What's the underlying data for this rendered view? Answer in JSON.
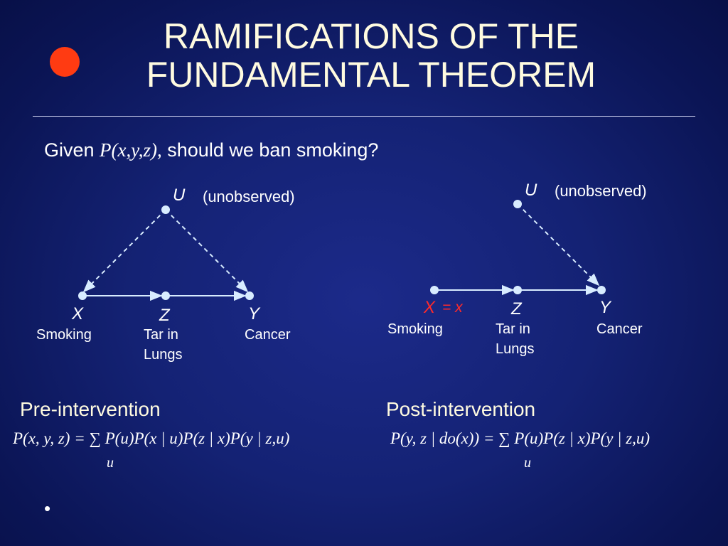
{
  "title": {
    "line1": "RAMIFICATIONS OF THE",
    "line2": "FUNDAMENTAL THEOREM"
  },
  "given": {
    "prefix": "Given ",
    "math": "P(x,y,z),",
    "suffix": " should we ban smoking?"
  },
  "pre": {
    "u_var": "U",
    "u_note": "(unobserved)",
    "x_var": "X",
    "z_var": "Z",
    "y_var": "Y",
    "x_label": "Smoking",
    "z_label_1": "Tar in",
    "z_label_2": "Lungs",
    "y_label": "Cancer",
    "heading": "Pre-intervention",
    "equation": "P(x, y, z) = ∑ P(u)P(x | u)P(z | x)P(y | z,u)",
    "sum_index": "u"
  },
  "post": {
    "u_var": "U",
    "u_note": "(unobserved)",
    "x_var": "X",
    "x_eq": "= x",
    "z_var": "Z",
    "y_var": "Y",
    "x_label": "Smoking",
    "z_label_1": "Tar in",
    "z_label_2": "Lungs",
    "y_label": "Cancer",
    "heading": "Post-intervention",
    "equation": "P(y, z | do(x)) = ∑ P(u)P(z | x)P(y | z,u)",
    "sum_index": "u"
  },
  "colors": {
    "title": "#fffbe0",
    "bullet": "#ff3b12",
    "intervention": "#ff2a2a",
    "node": "#d8ecff",
    "edge": "#d8ecff"
  },
  "icons": {
    "title_bullet": "red-circle-bullet",
    "footer_bullet": "small-white-bullet"
  },
  "footer_bullet": "•"
}
